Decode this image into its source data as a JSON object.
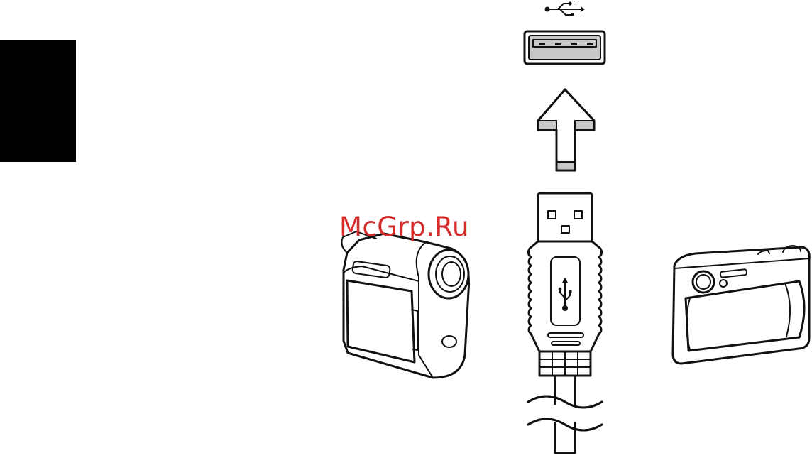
{
  "watermark": "McGrp.Ru",
  "colors": {
    "side_tab": "#000000",
    "watermark": "#d52b2b",
    "line_art": "#111111",
    "port_fill": "#c8c8c8"
  },
  "icons": [
    "usb-symbol-icon",
    "usb-port",
    "up-arrow",
    "usb-plug",
    "camcorder",
    "digital-camera"
  ]
}
